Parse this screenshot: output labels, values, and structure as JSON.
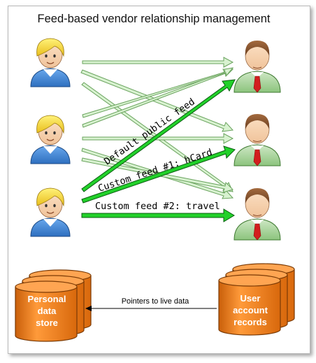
{
  "title": "Feed-based vendor relationship management",
  "feeds": {
    "default": "Default public feed",
    "hcard": "Custom feed #1: hCard",
    "travel": "Custom feed #2: travel"
  },
  "pointers_label": "Pointers to live data",
  "personal_store": [
    "Personal",
    "data",
    "store"
  ],
  "user_records": [
    "User",
    "account",
    "records"
  ],
  "colors": {
    "pale_arrow": "#d8f2d0",
    "pale_arrow_stroke": "#6aa35e",
    "bright_arrow": "#22d12a",
    "bright_arrow_stroke": "#0a5c10",
    "cylinder": "#f27a10",
    "cylinder_dark": "#b8560a",
    "user_hair": "#f6d83a",
    "user_shirt": "#3f86d6",
    "vendor_suit": "#4fa140",
    "vendor_tie": "#d21e1e",
    "vendor_hair": "#7a4a2a"
  }
}
